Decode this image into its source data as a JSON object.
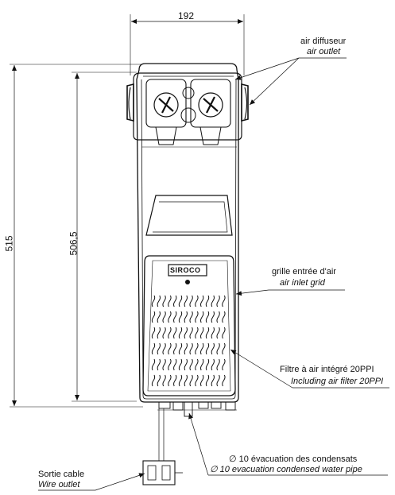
{
  "dimensions": {
    "width": "192",
    "height_total": "515",
    "height_body": "506,5"
  },
  "callouts": {
    "air_outlet": {
      "fr": "air diffuseur",
      "en": "air outlet"
    },
    "inlet_grid": {
      "fr": "grille entrée d'air",
      "en": "air inlet grid"
    },
    "filter": {
      "fr": "Filtre à air intégré 20PPI",
      "en": "Including  air filter 20PPI"
    },
    "condensate": {
      "fr": "∅ 10 évacuation des condensats",
      "en": "∅ 10 evacuation condensed water pipe"
    },
    "wire": {
      "fr": "Sortie cable",
      "en": "Wire outlet"
    }
  },
  "logo_text": "SIROCO"
}
